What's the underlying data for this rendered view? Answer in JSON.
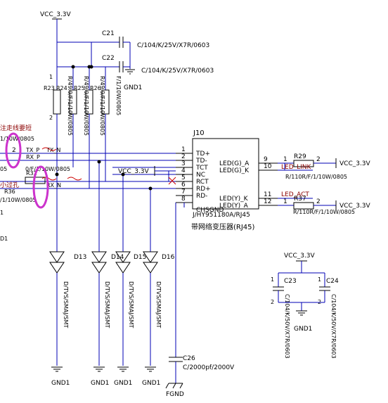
{
  "power": {
    "vcc_top": "VCC_3.3V",
    "vcc_mid": "VCC_3.3V",
    "vcc_right1": "VCC_3.3V",
    "vcc_right2": "VCC_3.3V",
    "vcc_bottom": "VCC_3.3V"
  },
  "caps": {
    "c21": {
      "ref": "C21",
      "value": "C/104/K/25V/X7R/0603"
    },
    "c22": {
      "ref": "C22",
      "value": "C/104/K/25V/X7R/0603"
    },
    "c23": {
      "ref": "C23",
      "value": "C/104/K/50V/X7R/0603"
    },
    "c24": {
      "ref": "C24",
      "value": "C/104/K/50V/X7R/0603"
    },
    "c26": {
      "ref": "C26",
      "value": "C/2000pf/2000V"
    }
  },
  "resistors": {
    "r23": "R23",
    "r24": "R24",
    "r25": "R25",
    "r26": "R26",
    "val_vert": "R/49.9/F/1/10W/0805",
    "val_vert_short": "F/1/10W/0805",
    "r29": "R29",
    "r37": "R37",
    "r29_val": "R/110R/F/1/10W/0805",
    "r37_val": "R/110R/F/1/10W/0805",
    "r36": "R36",
    "r32": "R32",
    "left_val1": "1/10W/0805",
    "left_val2": "0/F/1/10W/0805",
    "left_val3": "/1/10W/0805"
  },
  "grounds": {
    "gnd1": "GND1",
    "fgnd": "FGND"
  },
  "tvs": {
    "refs": [
      "D13",
      "D14",
      "D15",
      "D16"
    ],
    "value": "D/TVS/SMAJ/SMT"
  },
  "connector": {
    "ref": "J10",
    "part": "J/HY951180A/RJ45",
    "caption": "带网络变压器(RJ45)",
    "left_pins": [
      {
        "num": "1",
        "name": "TD+"
      },
      {
        "num": "2",
        "name": "TD-"
      },
      {
        "num": "3",
        "name": "TCT"
      },
      {
        "num": "4",
        "name": "NC"
      },
      {
        "num": "5",
        "name": "RCT"
      },
      {
        "num": "6",
        "name": "RD+"
      },
      {
        "num": "7",
        "name": "RD-"
      },
      {
        "num": "8",
        "name": "CHSGND"
      }
    ],
    "right_pins": [
      {
        "num": "9",
        "name": "LED(G)_A"
      },
      {
        "num": "10",
        "name": "LED(G)_K"
      },
      {
        "num": "11",
        "name": "LED(Y)_K"
      },
      {
        "num": "12",
        "name": "LED(Y)_A"
      }
    ]
  },
  "nets": {
    "led_link": "LED_LINK",
    "led_act": "LED_ACT",
    "tx_p": "TX_P",
    "tx_n": "TX_N",
    "rx_p": "RX_P",
    "rx_n": "RX_N"
  },
  "notes": {
    "note_top": "注走线要短",
    "note_mid": "小过孔",
    "left_1": "1",
    "left_d1": "D1",
    "left_05": "05"
  },
  "pin_numbers": {
    "one": "1",
    "two": "2"
  },
  "colors": {
    "wire": "#0000b4",
    "highlight": "#cc33cc",
    "note": "#8b0000"
  }
}
